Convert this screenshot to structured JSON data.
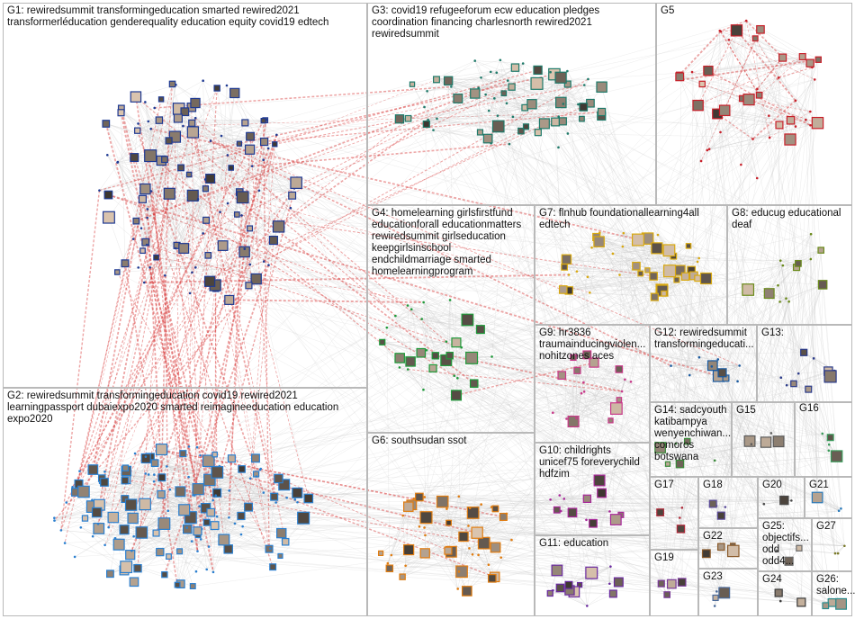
{
  "groups": [
    {
      "id": "G1",
      "lines": [
        "G1: rewiredsummit transformingeducation smarted rewired2021",
        "transformerléducation genderequality education equity covid19 edtech"
      ],
      "color": "#1f3a93"
    },
    {
      "id": "G2",
      "lines": [
        "G2: rewiredsummit transformingeducation covid19 rewired2021",
        "learningpassport dubaiexpo2020 smarted reimagineeducation education",
        "expo2020"
      ],
      "color": "#2a7fd0"
    },
    {
      "id": "G3",
      "lines": [
        "G3: covid19 refugeeforum ecw education pledges",
        "coordination financing charlesnorth rewired2021",
        "rewiredsummit"
      ],
      "color": "#1f7a6a"
    },
    {
      "id": "G4",
      "lines": [
        "G4: homelearning girlsfirstfund",
        "educationforall educationmatters",
        "rewiredsummit girlseducation",
        "keepgirlsinschool",
        "endchildmarriage smarted",
        "homelearningprogram"
      ],
      "color": "#1f9a3a"
    },
    {
      "id": "G5",
      "lines": [
        "G5"
      ],
      "color": "#c8202a"
    },
    {
      "id": "G6",
      "lines": [
        "G6: southsudan ssot"
      ],
      "color": "#e07c10"
    },
    {
      "id": "G7",
      "lines": [
        "G7: flnhub foundationallearning4all",
        "edtech"
      ],
      "color": "#d8a810"
    },
    {
      "id": "G8",
      "lines": [
        "G8: educug educational",
        "deaf"
      ],
      "color": "#6a8a1a"
    },
    {
      "id": "G9",
      "lines": [
        "G9: hr3836",
        "traumainducingviolen...",
        "nohitzones aces"
      ],
      "color": "#c83a8a"
    },
    {
      "id": "G10",
      "lines": [
        "G10: childrights",
        "unicef75 foreverychild",
        "hdfzim"
      ],
      "color": "#a8289a"
    },
    {
      "id": "G11",
      "lines": [
        "G11: education"
      ],
      "color": "#6a2aa0"
    },
    {
      "id": "G12",
      "lines": [
        "G12: rewiredsummit",
        "transformingeducati..."
      ],
      "color": "#1a5aa0"
    },
    {
      "id": "G13",
      "lines": [
        "G13:"
      ],
      "color": "#2a3a8a"
    },
    {
      "id": "G14",
      "lines": [
        "G14: sadcyouth",
        "katibampya",
        "wenyenchiwan...",
        "comoros",
        "botswana"
      ],
      "color": "#3a8a3a"
    },
    {
      "id": "G15",
      "lines": [
        "G15"
      ],
      "color": "#5a5a5a"
    },
    {
      "id": "G16",
      "lines": [
        "G16"
      ],
      "color": "#3a9a5a"
    },
    {
      "id": "G17",
      "lines": [
        "G17"
      ],
      "color": "#b02a3a"
    },
    {
      "id": "G18",
      "lines": [
        "G18"
      ],
      "color": "#5a4a9a"
    },
    {
      "id": "G19",
      "lines": [
        "G19"
      ],
      "color": "#7a3a9a"
    },
    {
      "id": "G20",
      "lines": [
        "G20"
      ],
      "color": "#4a4a4a"
    },
    {
      "id": "G21",
      "lines": [
        "G21"
      ],
      "color": "#2a7aba"
    },
    {
      "id": "G22",
      "lines": [
        "G22"
      ],
      "color": "#8a5a2a"
    },
    {
      "id": "G23",
      "lines": [
        "G23"
      ],
      "color": "#4a6a9a"
    },
    {
      "id": "G24",
      "lines": [
        "G24"
      ],
      "color": "#3a3a3a"
    },
    {
      "id": "G25",
      "lines": [
        "G25:",
        "objectifs...",
        "odd odd4..."
      ],
      "color": "#6a6a6a"
    },
    {
      "id": "G26",
      "lines": [
        "G26:",
        "salone..."
      ],
      "color": "#2a8a8a"
    },
    {
      "id": "G27",
      "lines": [
        "G27"
      ],
      "color": "#7a7a2a"
    }
  ],
  "edge_colors": {
    "intra": "#c9c9c9",
    "inter": "#d83a3a"
  }
}
